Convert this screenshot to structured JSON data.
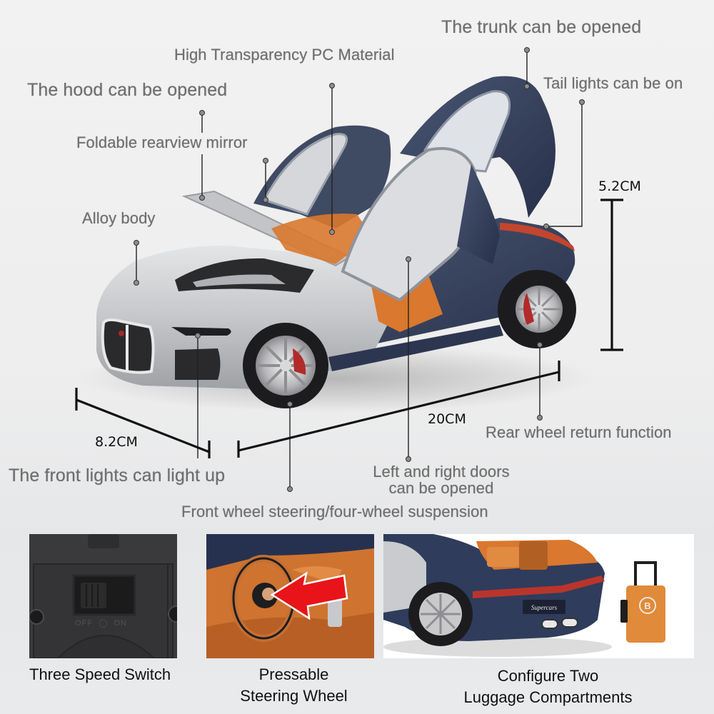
{
  "callouts": {
    "trunk": "The trunk can be opened",
    "pc_material": "High Transparency PC Material",
    "hood": "The hood can be opened",
    "tail_lights": "Tail lights can be on",
    "mirror": "Foldable rearview mirror",
    "alloy_body": "Alloy body",
    "front_lights": "The front lights can light up",
    "doors_line1": "Left and right doors",
    "doors_line2": "can be opened",
    "rear_wheel": "Rear wheel return function",
    "front_wheel": "Front wheel steering/four-wheel suspension"
  },
  "dimensions": {
    "height": "5.2CM",
    "width": "8.2CM",
    "length": "20CM"
  },
  "panels": [
    {
      "caption": "Three Speed Switch",
      "switch_label_off": "OFF",
      "switch_label_on": "ON"
    },
    {
      "caption_line1": "Pressable",
      "caption_line2": "Steering Wheel"
    },
    {
      "caption_line1": "Configure Two",
      "caption_line2": "Luggage Compartments",
      "plate_text": "Supercars",
      "luggage_logo": "B"
    }
  ],
  "colors": {
    "car_silver": "#c9cacc",
    "car_navy": "#34405a",
    "interior_orange": "#d9782e",
    "arrow_red": "#e8141a",
    "callout_text": "#6e6e6e"
  }
}
